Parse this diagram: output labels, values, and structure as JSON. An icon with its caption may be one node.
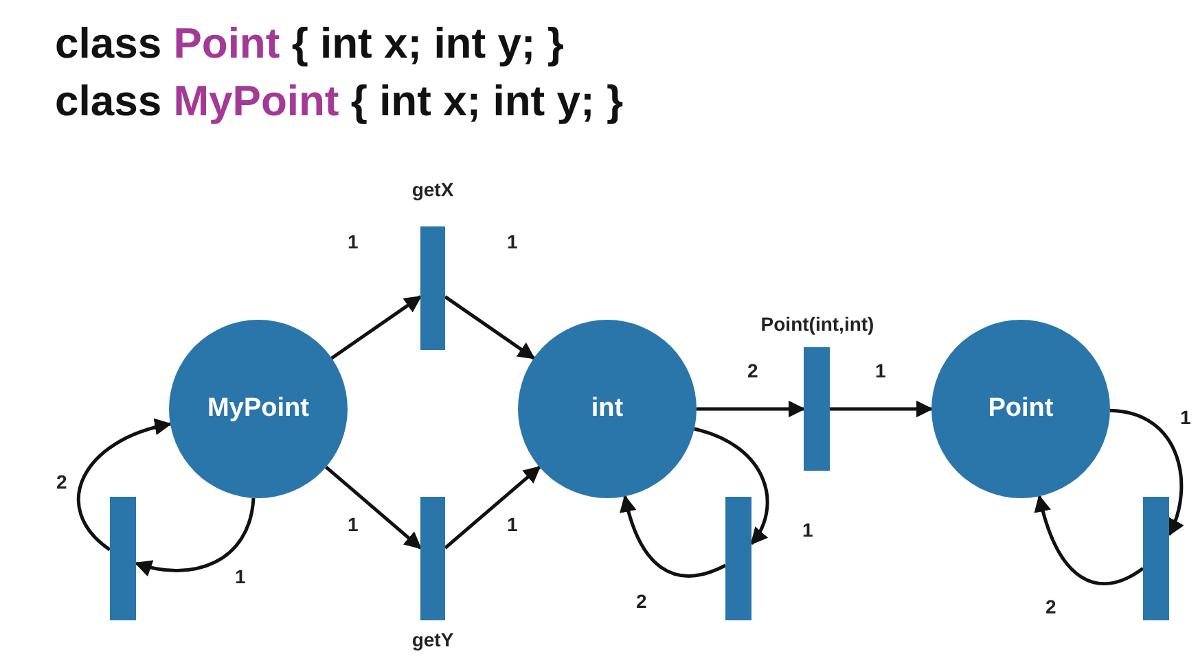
{
  "diagram": {
    "nodes": [
      {
        "text": [
          "getX"
        ]
      },
      {
        "text": [
          "Point(int,int)"
        ]
      },
      {
        "text": [
          "MyPoint"
        ]
      },
      {
        "text": [
          "int"
        ]
      },
      {
        "text": [
          "Point"
        ]
      },
      {
        "text": [],
        "shape": "bar"
      },
      {
        "text": [
          "getY"
        ]
      },
      {
        "text": [],
        "shape": "bar"
      },
      {
        "text": [],
        "shape": "bar"
      }
    ],
    "edges": [
      {
        "from": 2,
        "to": 0,
        "arrow": "to",
        "label": "1"
      },
      {
        "from": 0,
        "to": 3,
        "arrow": "to",
        "label": "1"
      },
      {
        "from": 2,
        "to": 6,
        "arrow": "to",
        "label": "1"
      },
      {
        "from": 6,
        "to": 3,
        "arrow": "to",
        "label": "1"
      },
      {
        "from": 3,
        "to": 1,
        "arrow": "to",
        "label": "2"
      },
      {
        "from": 1,
        "to": 4,
        "arrow": "to",
        "label": "1"
      },
      {
        "from": 2,
        "to": 5,
        "arrow": "to",
        "label": "1"
      },
      {
        "from": 5,
        "to": 2,
        "arrow": "to",
        "label": "2"
      },
      {
        "from": 3,
        "to": 7,
        "arrow": "to",
        "label": "1"
      },
      {
        "from": 7,
        "to": 3,
        "arrow": "to",
        "label": "2"
      },
      {
        "from": 4,
        "to": 8,
        "arrow": "to",
        "label": "1"
      },
      {
        "from": 8,
        "to": 4,
        "arrow": "to",
        "label": "2"
      }
    ],
    "labels": [
      "class Point { int x; int y; }",
      "class MyPoint { int x; int y; }"
    ]
  }
}
